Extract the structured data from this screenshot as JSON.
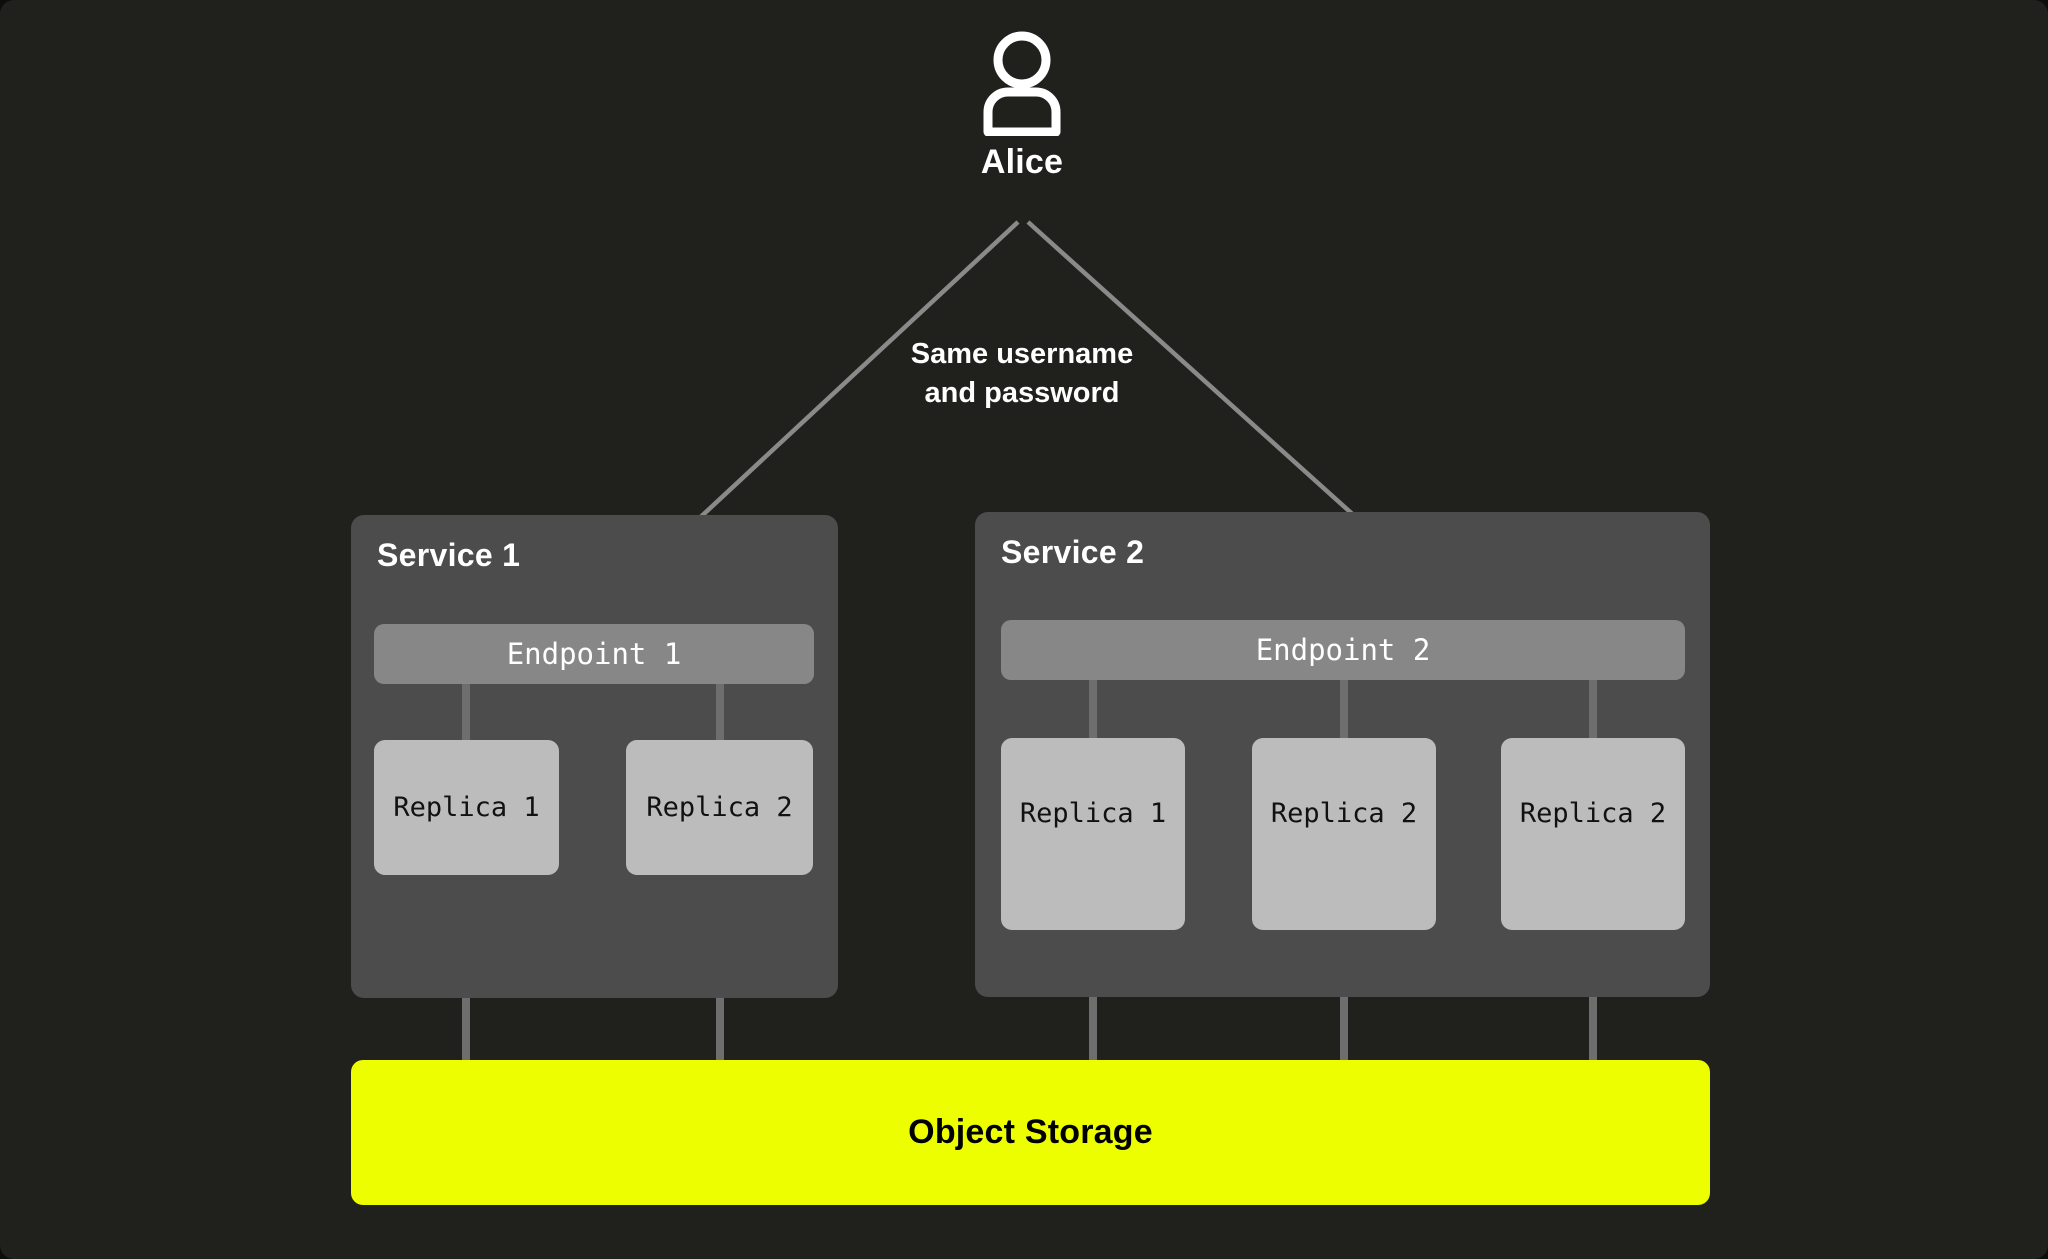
{
  "diagram": {
    "background_color": "#20211d",
    "actor": {
      "icon": "user-person-icon",
      "label": "Alice"
    },
    "flow_caption": {
      "line1": "Same username",
      "line2": "and password"
    },
    "services": [
      {
        "title": "Service 1",
        "panel_color": "#4c4c4c",
        "endpoint": {
          "label": "Endpoint 1",
          "color": "#878787"
        },
        "replicas": [
          {
            "label": "Replica 1"
          },
          {
            "label": "Replica 2"
          }
        ]
      },
      {
        "title": "Service 2",
        "panel_color": "#4c4c4c",
        "endpoint": {
          "label": "Endpoint 2",
          "color": "#878787"
        },
        "replicas": [
          {
            "label": "Replica 1"
          },
          {
            "label": "Replica 2"
          },
          {
            "label": "Replica 2"
          }
        ]
      }
    ],
    "storage": {
      "label": "Object Storage",
      "color": "#edfe00",
      "text_color": "#000000"
    },
    "connector_color": "#6e6e6e",
    "arrow_color": "#8a8a8a"
  }
}
